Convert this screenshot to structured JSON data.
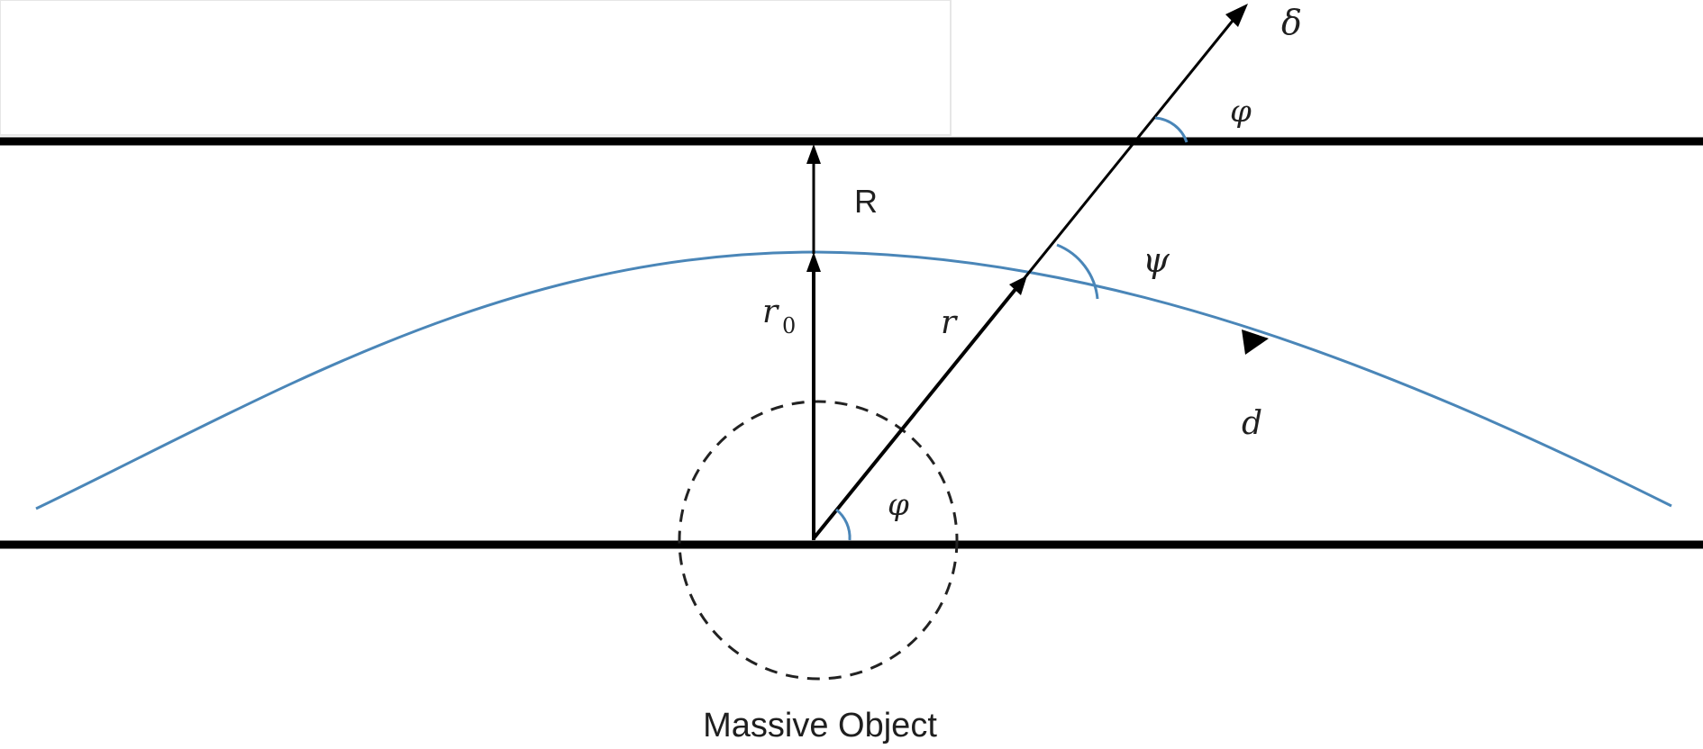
{
  "diagram": {
    "labels": {
      "R": "R",
      "r0_main": "r",
      "r0_sub": "0",
      "r": "r",
      "phi_top": "φ",
      "phi_bottom": "φ",
      "psi": "ψ",
      "delta": "δ",
      "d": "d",
      "massive_object": "Massive Object"
    },
    "colors": {
      "lines": "#000000",
      "trajectory": "#4a86b8",
      "text": "#1f1f1f"
    }
  }
}
